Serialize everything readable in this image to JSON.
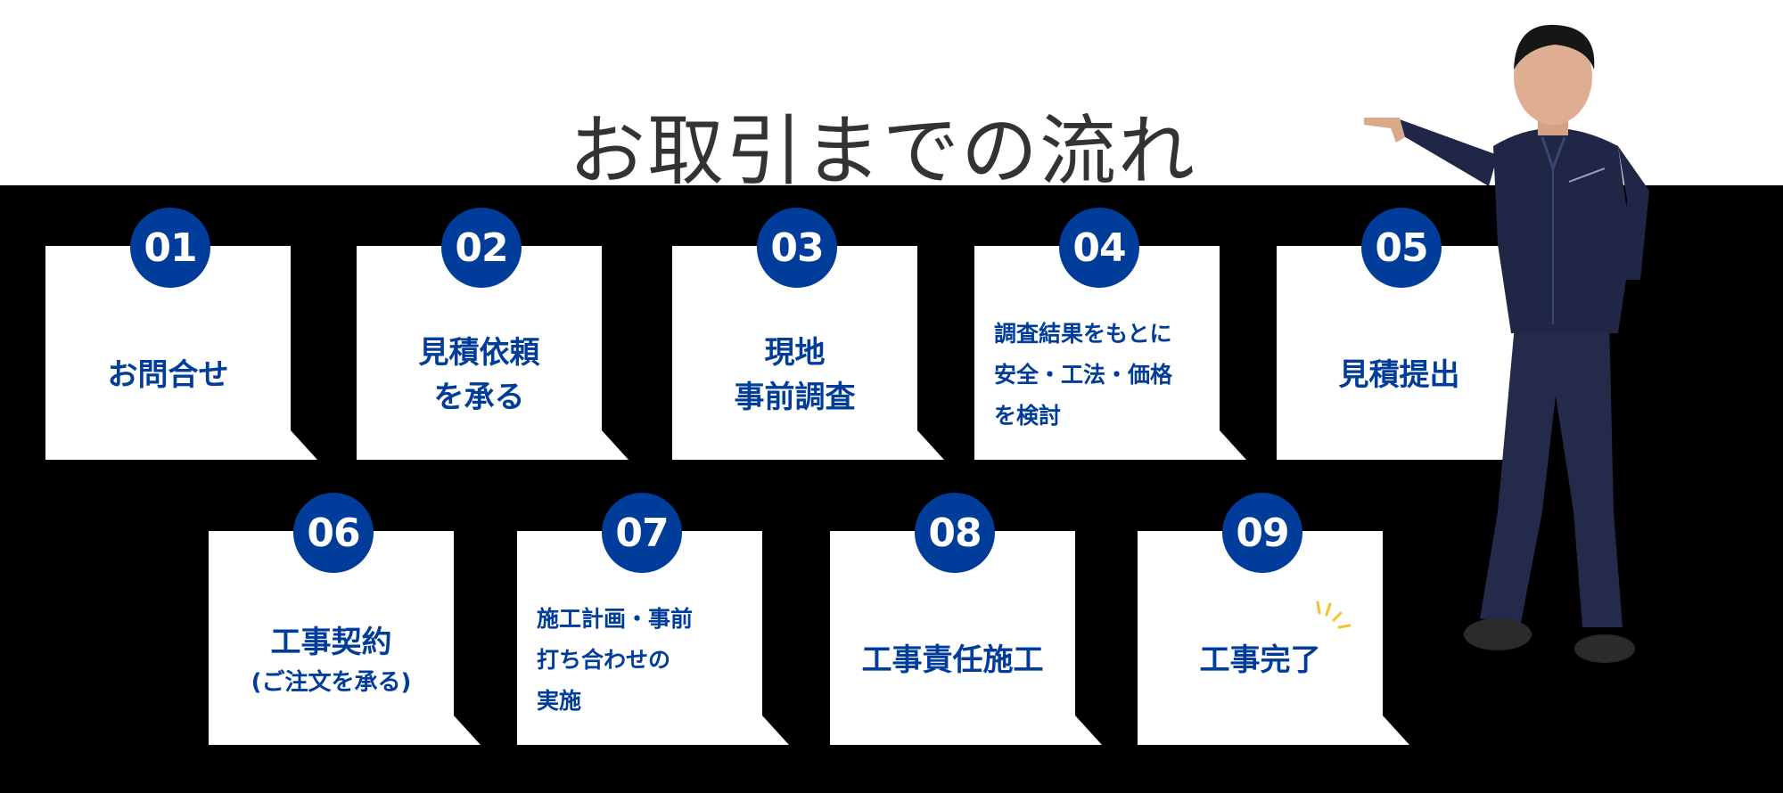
{
  "title": "お取引までの流れ",
  "colors": {
    "brand_blue": "#003c9a",
    "card_bg": "#ffffff",
    "background": "#000000",
    "header_bg": "#ffffff",
    "sparkle": "#f2c230"
  },
  "steps": [
    {
      "number": "01",
      "lines": [
        "お問合せ"
      ]
    },
    {
      "number": "02",
      "lines": [
        "見積依頼",
        "を承る"
      ]
    },
    {
      "number": "03",
      "lines": [
        "現地",
        "事前調査"
      ]
    },
    {
      "number": "04",
      "lines": [
        "調査結果をもとに",
        "安全・工法・価格",
        "を検討"
      ]
    },
    {
      "number": "05",
      "lines": [
        "見積提出"
      ]
    },
    {
      "number": "06",
      "lines": [
        "工事契約",
        "(ご注文を承る)"
      ]
    },
    {
      "number": "07",
      "lines": [
        "施工計画・事前",
        "打ち合わせの",
        "実施"
      ]
    },
    {
      "number": "08",
      "lines": [
        "工事責任施工"
      ]
    },
    {
      "number": "09",
      "lines": [
        "工事完了"
      ]
    }
  ]
}
